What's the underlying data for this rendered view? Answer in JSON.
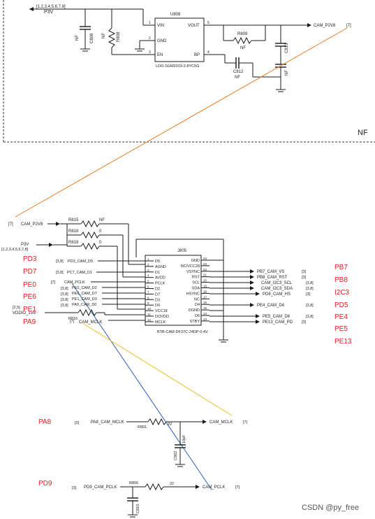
{
  "top": {
    "sheet_refs": {
      "p3v": "[1,2,3,4,5,6,7,8]",
      "out7": "[7]"
    },
    "net_p3v": "P3V",
    "chip": {
      "ref": "U808",
      "pin_vin": "VIN",
      "pin_gnd": "GND",
      "pin_en": "EN",
      "pin_vout": "VOUT",
      "pin_bp": "BP",
      "n1": "1",
      "n2": "2",
      "n3": "3",
      "n4": "4",
      "n5": "5",
      "part": "LDO-SGM2019-2.8YC5G"
    },
    "c808": "C808",
    "c808_nf": "NF",
    "r808": "R808",
    "r808_nf": "NF",
    "r809": "R809",
    "r809_nf": "NF",
    "c812": "C812",
    "c812_nf": "NF",
    "c813": "C813",
    "cap_nf": "NF",
    "net_out": "CAM_P2V8",
    "region_label": "NF"
  },
  "conn": {
    "ref_p2v8": "[7]",
    "net_p2v8": "CAM_P2V8",
    "r815": "R815",
    "r815_v": "NF",
    "r818": "R818",
    "r818_v": "0",
    "r819": "R819",
    "r819_v": "0",
    "ref_p3v": "[1,2,3,4,5,6,7,8]",
    "net_p3v": "P3V",
    "ref_38a": "[3,8]",
    "net_d5": "PD3_CAM_D5",
    "ref_38b": "[3,8]",
    "net_d1": "PC7_CAM_D1",
    "net_pclk": "CAM_PCLK",
    "ref7a": "[7]",
    "ref38c": "[3,8]",
    "net_d2": "PE0_CAM_D2",
    "ref38d": "[3,8]",
    "net_d7": "PE6_CAM_D7",
    "ref38e": "[3,8]",
    "net_d3": "PE1_CAM_D3",
    "ref38f": "[3,8]",
    "net_d0": "PA9_CAM_D0",
    "ref25": "[2,5]",
    "net_vddio": "VDDIO_1V8",
    "r816": "R816",
    "ref7b": "[7]",
    "net_mclk": "CAM_MCLK",
    "ref": "J805",
    "left_pins": [
      "D5",
      "AGND",
      "D1",
      "AVDD",
      "PCLK",
      "D2",
      "D7",
      "D3",
      "D0",
      "VCC18",
      "DOVDD",
      "MCLK"
    ],
    "left_nums": [
      "1",
      "2",
      "3",
      "4",
      "5",
      "6",
      "7",
      "8",
      "9",
      "10",
      "11",
      "12"
    ],
    "right_pins": [
      "GND",
      "NC/VCC28",
      "VSYNC",
      "RST",
      "SCL",
      "SDA",
      "HSYNC",
      "NC",
      "D4",
      "DGND",
      "D6",
      "STBY"
    ],
    "right_nums": [
      "24",
      "23",
      "22",
      "21",
      "20",
      "19",
      "18",
      "17",
      "16",
      "15",
      "14",
      "13"
    ],
    "part": "BTB-CAM-DF37C-24DP-0.4V",
    "net_vs": "PB7_CAM_VS",
    "ref_vs": "[3]",
    "net_rst": "PB8_CAM_RST",
    "ref_rst": "[3]",
    "net_scl": "CAM_I2C3_SCL",
    "ref_scl": "[3,8]",
    "net_sda": "CAM_I2C3_SDA",
    "ref_sda": "[3,8]",
    "net_hs": "PD8_CAM_HS",
    "ref_hs": "[3]",
    "net_d4": "PE4_CAM_D4",
    "ref_d4": "[3,8]",
    "net_d6": "PE5_CAM_D6",
    "ref_d6": "[3,8]",
    "net_pd": "PE13_CAM_PD",
    "ref_pd": "[3]"
  },
  "annotations_left": [
    "PD3",
    "PD7",
    "PE0",
    "PE6",
    "PE1",
    "PA9"
  ],
  "annotations_right": [
    "PB7",
    "PB8",
    "I2C3",
    "PD5",
    "PE4",
    "PE5",
    "PE13"
  ],
  "mclk": {
    "annot": "PA8",
    "ref_in": "[3]",
    "net_in": "PA8_CAM_MCLK",
    "r": "R801",
    "r_v": "22",
    "net_out": "CAM_MCLK",
    "ref_out": "[7]",
    "c": "C802",
    "c_v": "10pF"
  },
  "pclk": {
    "annot": "PD9",
    "ref_in": "[3]",
    "net_in": "PD9_CAM_PCLK",
    "r": "R806",
    "r_v": "22",
    "net_out": "CAM_PCLK",
    "ref_out": "[7]",
    "c": "C810"
  },
  "watermark": "CSDN @py_free",
  "colors": {
    "annotation": "#e02020",
    "line_orange": "#ee7a22",
    "line_blue": "#2f5fb3",
    "line_yellow": "#e8c02c",
    "wire": "#1a1a1a"
  }
}
